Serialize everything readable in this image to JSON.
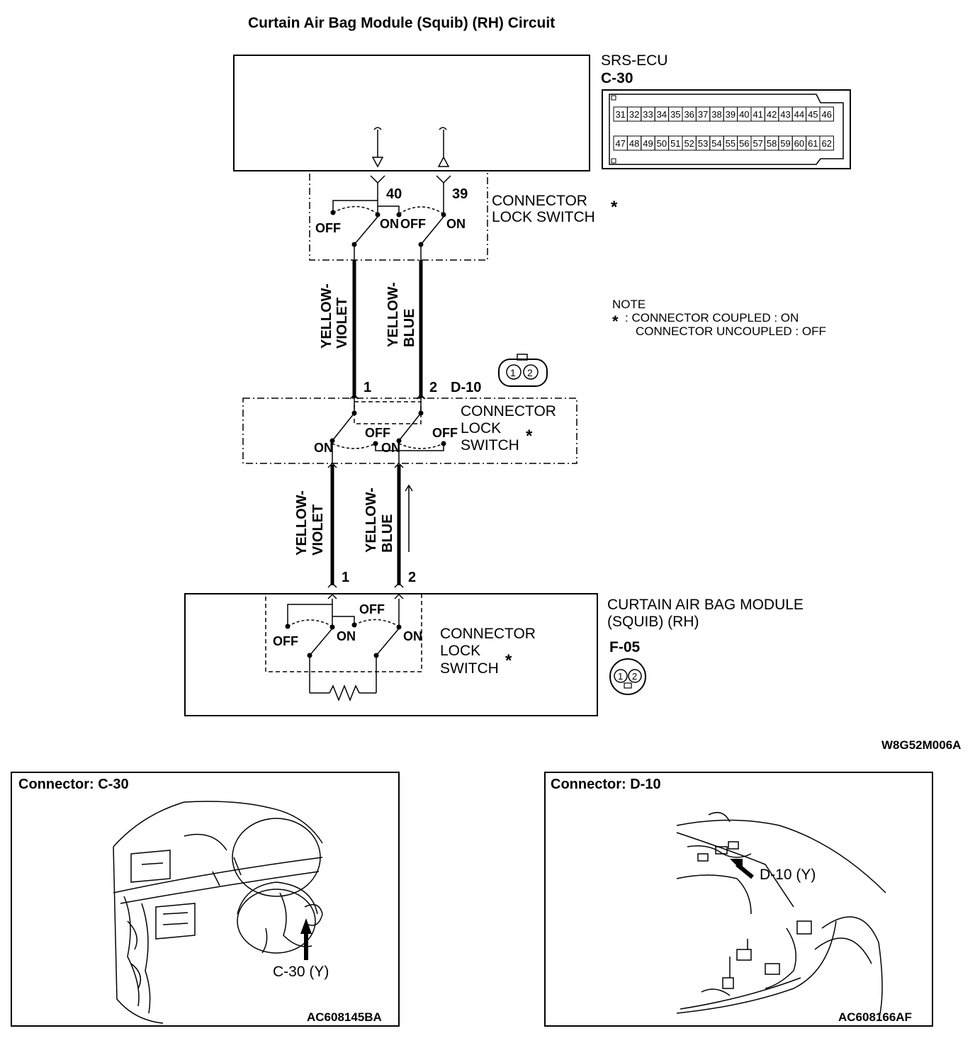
{
  "title": "Curtain Air Bag Module (Squib) (RH) Circuit",
  "ecu": {
    "name": "SRS-ECU",
    "connector": "C-30",
    "pins_row1": [
      "31",
      "32",
      "33",
      "34",
      "35",
      "36",
      "37",
      "38",
      "39",
      "40",
      "41",
      "42",
      "43",
      "44",
      "45",
      "46"
    ],
    "pins_row2": [
      "47",
      "48",
      "49",
      "50",
      "51",
      "52",
      "53",
      "54",
      "55",
      "56",
      "57",
      "58",
      "59",
      "60",
      "61",
      "62"
    ],
    "term_a": "40",
    "term_b": "39"
  },
  "switch_labels": {
    "off": "OFF",
    "on": "ON",
    "star": "*"
  },
  "top_switch": {
    "line1": "CONNECTOR",
    "line2": "LOCK SWITCH"
  },
  "mid_switch": {
    "line1": "CONNECTOR",
    "line2": "LOCK",
    "line3": "SWITCH"
  },
  "bottom_switch": {
    "line1": "CONNECTOR",
    "line2": "LOCK",
    "line3": "SWITCH"
  },
  "wires": {
    "a_line1": "YELLOW-",
    "a_line2": "VIOLET",
    "b_line1": "YELLOW-",
    "b_line2": "BLUE"
  },
  "note": {
    "heading": "NOTE",
    "line1": ": CONNECTOR COUPLED : ON",
    "line2": "CONNECTOR UNCOUPLED : OFF"
  },
  "d10": {
    "connector": "D-10",
    "pin1": "1",
    "pin2": "2"
  },
  "module": {
    "line1": "CURTAIN AIR BAG MODULE",
    "line2": "(SQUIB) (RH)",
    "connector": "F-05",
    "pin1": "1",
    "pin2": "2"
  },
  "diagram_code": "W8G52M006A",
  "panel_c30": {
    "title": "Connector: C-30",
    "callout": "C-30 (Y)",
    "code": "AC608145BA"
  },
  "panel_d10": {
    "title": "Connector: D-10",
    "callout": "D-10 (Y)",
    "code": "AC608166AF"
  }
}
